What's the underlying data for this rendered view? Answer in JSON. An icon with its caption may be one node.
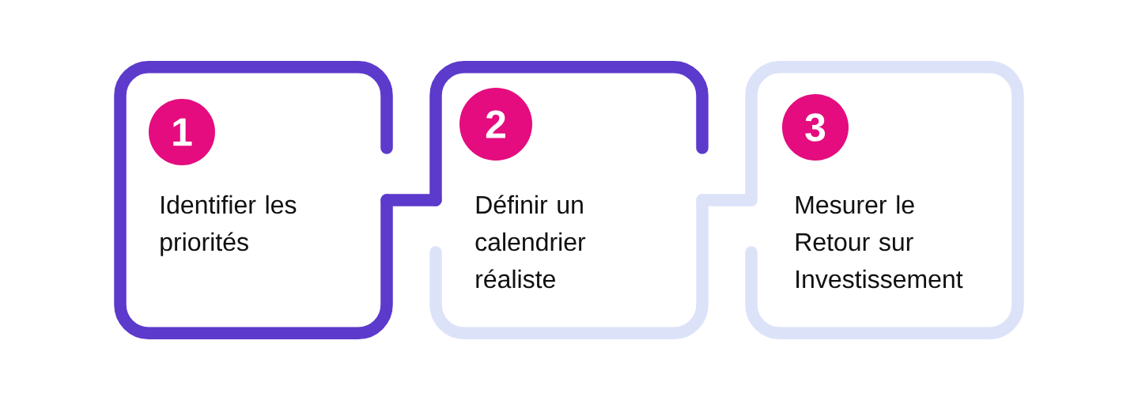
{
  "diagram": {
    "nodes": [
      {
        "text": [
          "Identifier les priorités"
        ]
      },
      {
        "text": [
          "1"
        ],
        "in": 0
      },
      {
        "text": [
          "Définir un calendrier réaliste"
        ]
      },
      {
        "text": [
          "2"
        ],
        "in": 2
      },
      {
        "text": [
          "Mesurer le Retour sur Investissement"
        ]
      },
      {
        "text": [
          "3"
        ],
        "in": 4
      }
    ],
    "edges": [
      {
        "from": 0,
        "to": 2,
        "arrow": "none",
        "color": "#5c3acb"
      },
      {
        "from": 2,
        "to": 4,
        "arrow": "none",
        "color": "#dce3f9"
      }
    ]
  }
}
